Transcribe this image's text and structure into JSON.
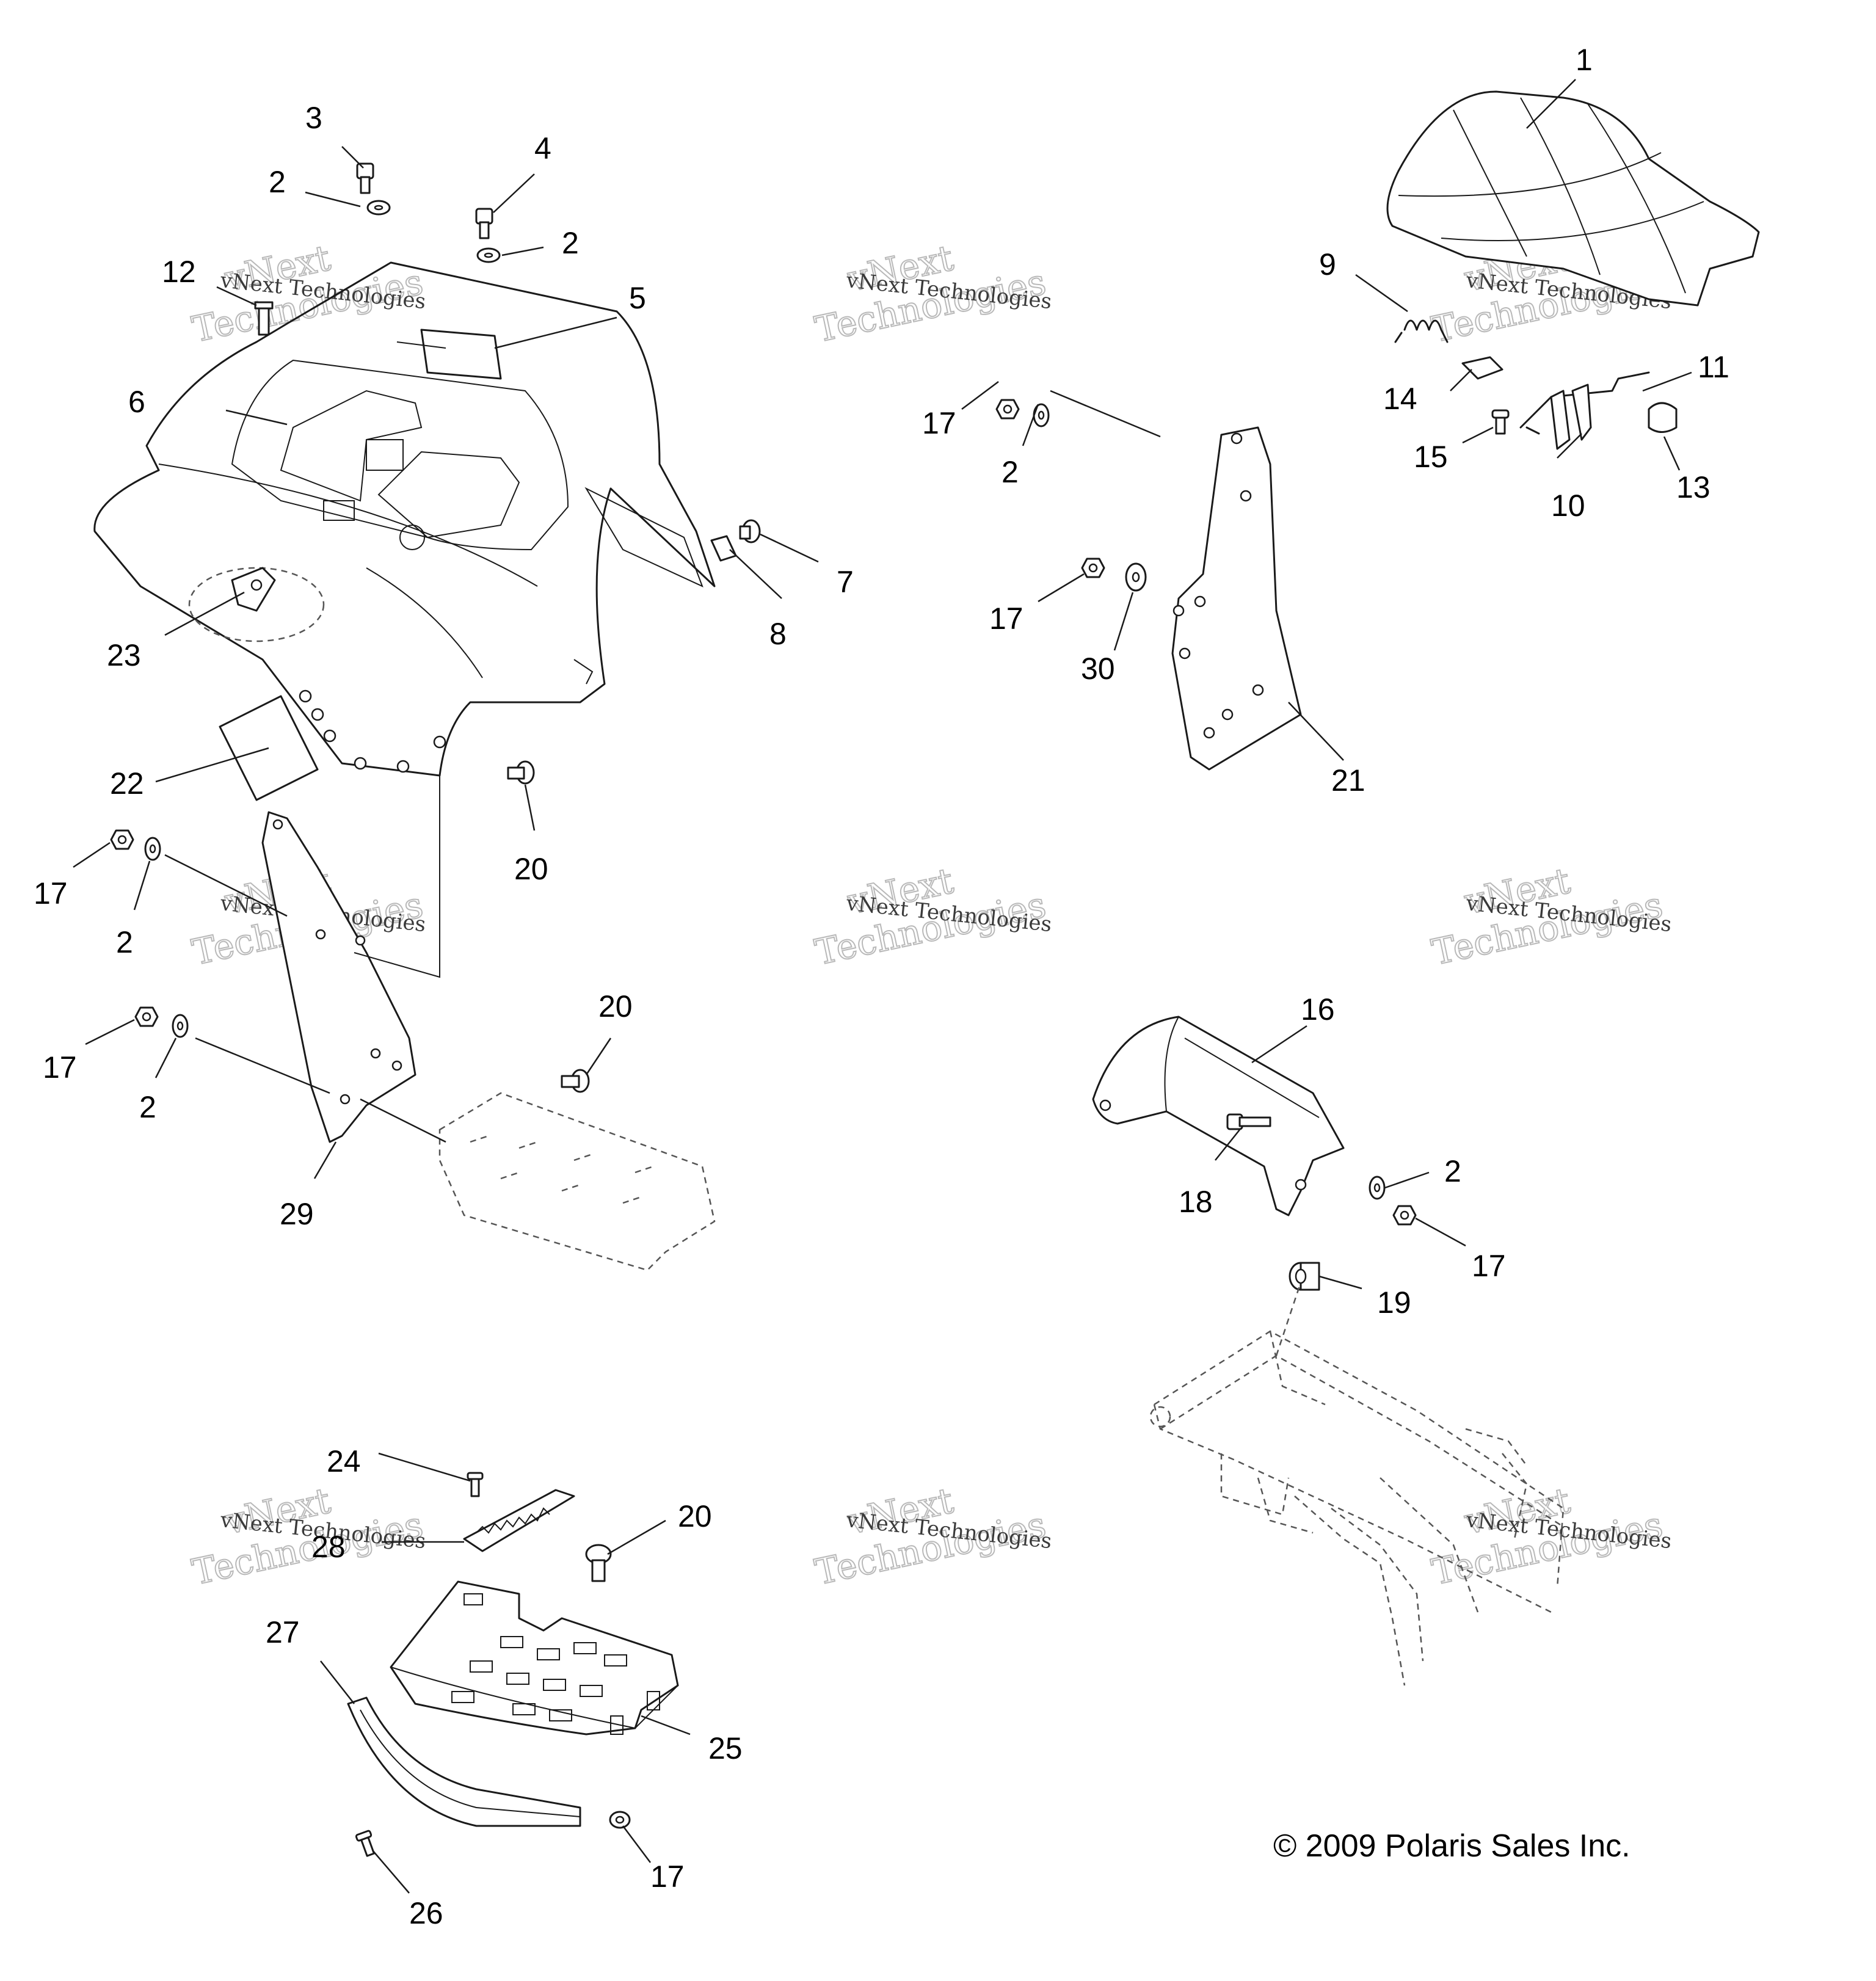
{
  "callouts": {
    "c1": "1",
    "c2a": "2",
    "c2b": "2",
    "c2c": "2",
    "c2d": "2",
    "c2e": "2",
    "c2f": "2",
    "c3": "3",
    "c4": "4",
    "c5": "5",
    "c6": "6",
    "c7": "7",
    "c8": "8",
    "c9": "9",
    "c10": "10",
    "c11": "11",
    "c12": "12",
    "c13": "13",
    "c14": "14",
    "c15": "15",
    "c16": "16",
    "c17a": "17",
    "c17b": "17",
    "c17c": "17",
    "c17d": "17",
    "c17e": "17",
    "c17f": "17",
    "c18": "18",
    "c19": "19",
    "c20a": "20",
    "c20b": "20",
    "c20c": "20",
    "c21": "21",
    "c22": "22",
    "c23": "23",
    "c24": "24",
    "c25": "25",
    "c26": "26",
    "c27": "27",
    "c28": "28",
    "c29": "29",
    "c30": "30"
  },
  "watermark": {
    "brand_line": "vNext Technologies",
    "big_line_1": "vNext",
    "big_line_2": "Technologies"
  },
  "copyright": "© 2009 Polaris Sales Inc."
}
